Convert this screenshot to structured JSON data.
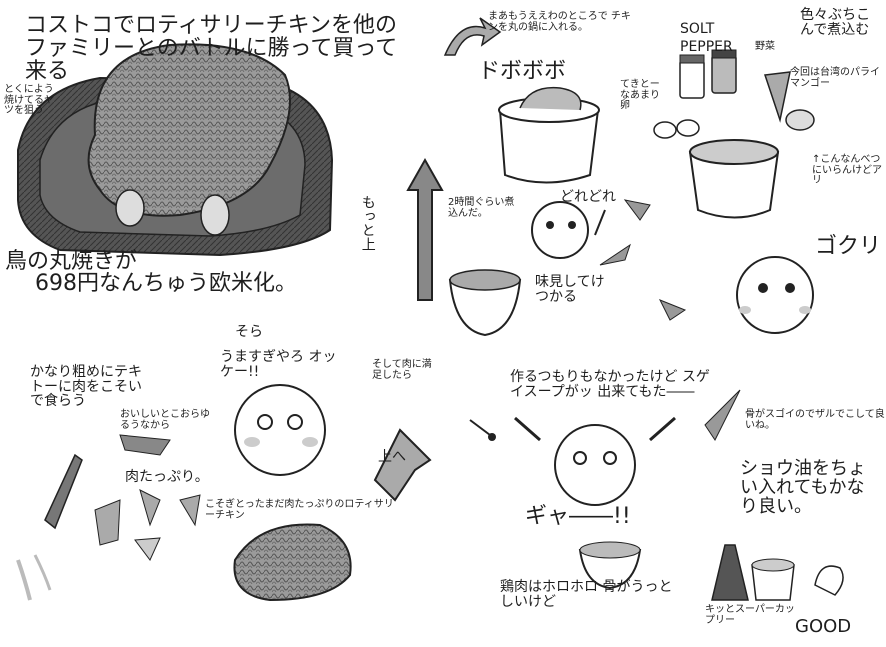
{
  "panel1": {
    "title": "コストコでロティサリーチキンを他のファミリーとのバトルに勝って買って来る",
    "side_note": "とくによう焼けてるヤツを狙う",
    "caption": "鳥の丸焼きが",
    "price": "698円なんちゅう欧米化。",
    "arrow_label": "もっと上"
  },
  "panel2": {
    "caption": "まあもうええわのところで チキンを丸の鍋に入れる。",
    "sfx": "ドボボボ",
    "salt_label": "SOLT",
    "pepper_label": "PEPPER",
    "vegetables": "野菜",
    "side_note": "色々ぶちこんで煮込む",
    "note2": "今回は台湾のパライマンゴー",
    "note3": "↑こんなんべつにいらんけどアリ",
    "egg_note": "てきとーなあまり卵",
    "time_note": "2時間ぐらい煮込んだ。",
    "how": "どれどれ",
    "taste": "味見してけつかる",
    "sfx2": "ゴクリ"
  },
  "panel3": {
    "intro": "かなり粗めにテキトーに肉をこそいで食らう",
    "note": "おいしいとこおらゆるうなから",
    "meat": "肉たっぷり。",
    "sora": "そら",
    "exclaim": "うますぎやろ オッケー!!",
    "satisfied": "そして肉に満足したら",
    "arrow_label": "上へ",
    "leftover": "こそぎとったまだ肉たっぷりのロティサリーチキン"
  },
  "panel4": {
    "caption": "作るつもりもなかったけど スゲイスープがッ 出来てもた――",
    "sfx": "ギャ――!!",
    "bones": "鶏肉はホロホロ 骨がうっとしいけど",
    "note": "骨がスゴイのでザルでこして良いね。",
    "soy": "ショウ油をちょい入れてもかなり良い。",
    "kirkland": "キッとスーパーカップリー",
    "good": "GOOD"
  }
}
